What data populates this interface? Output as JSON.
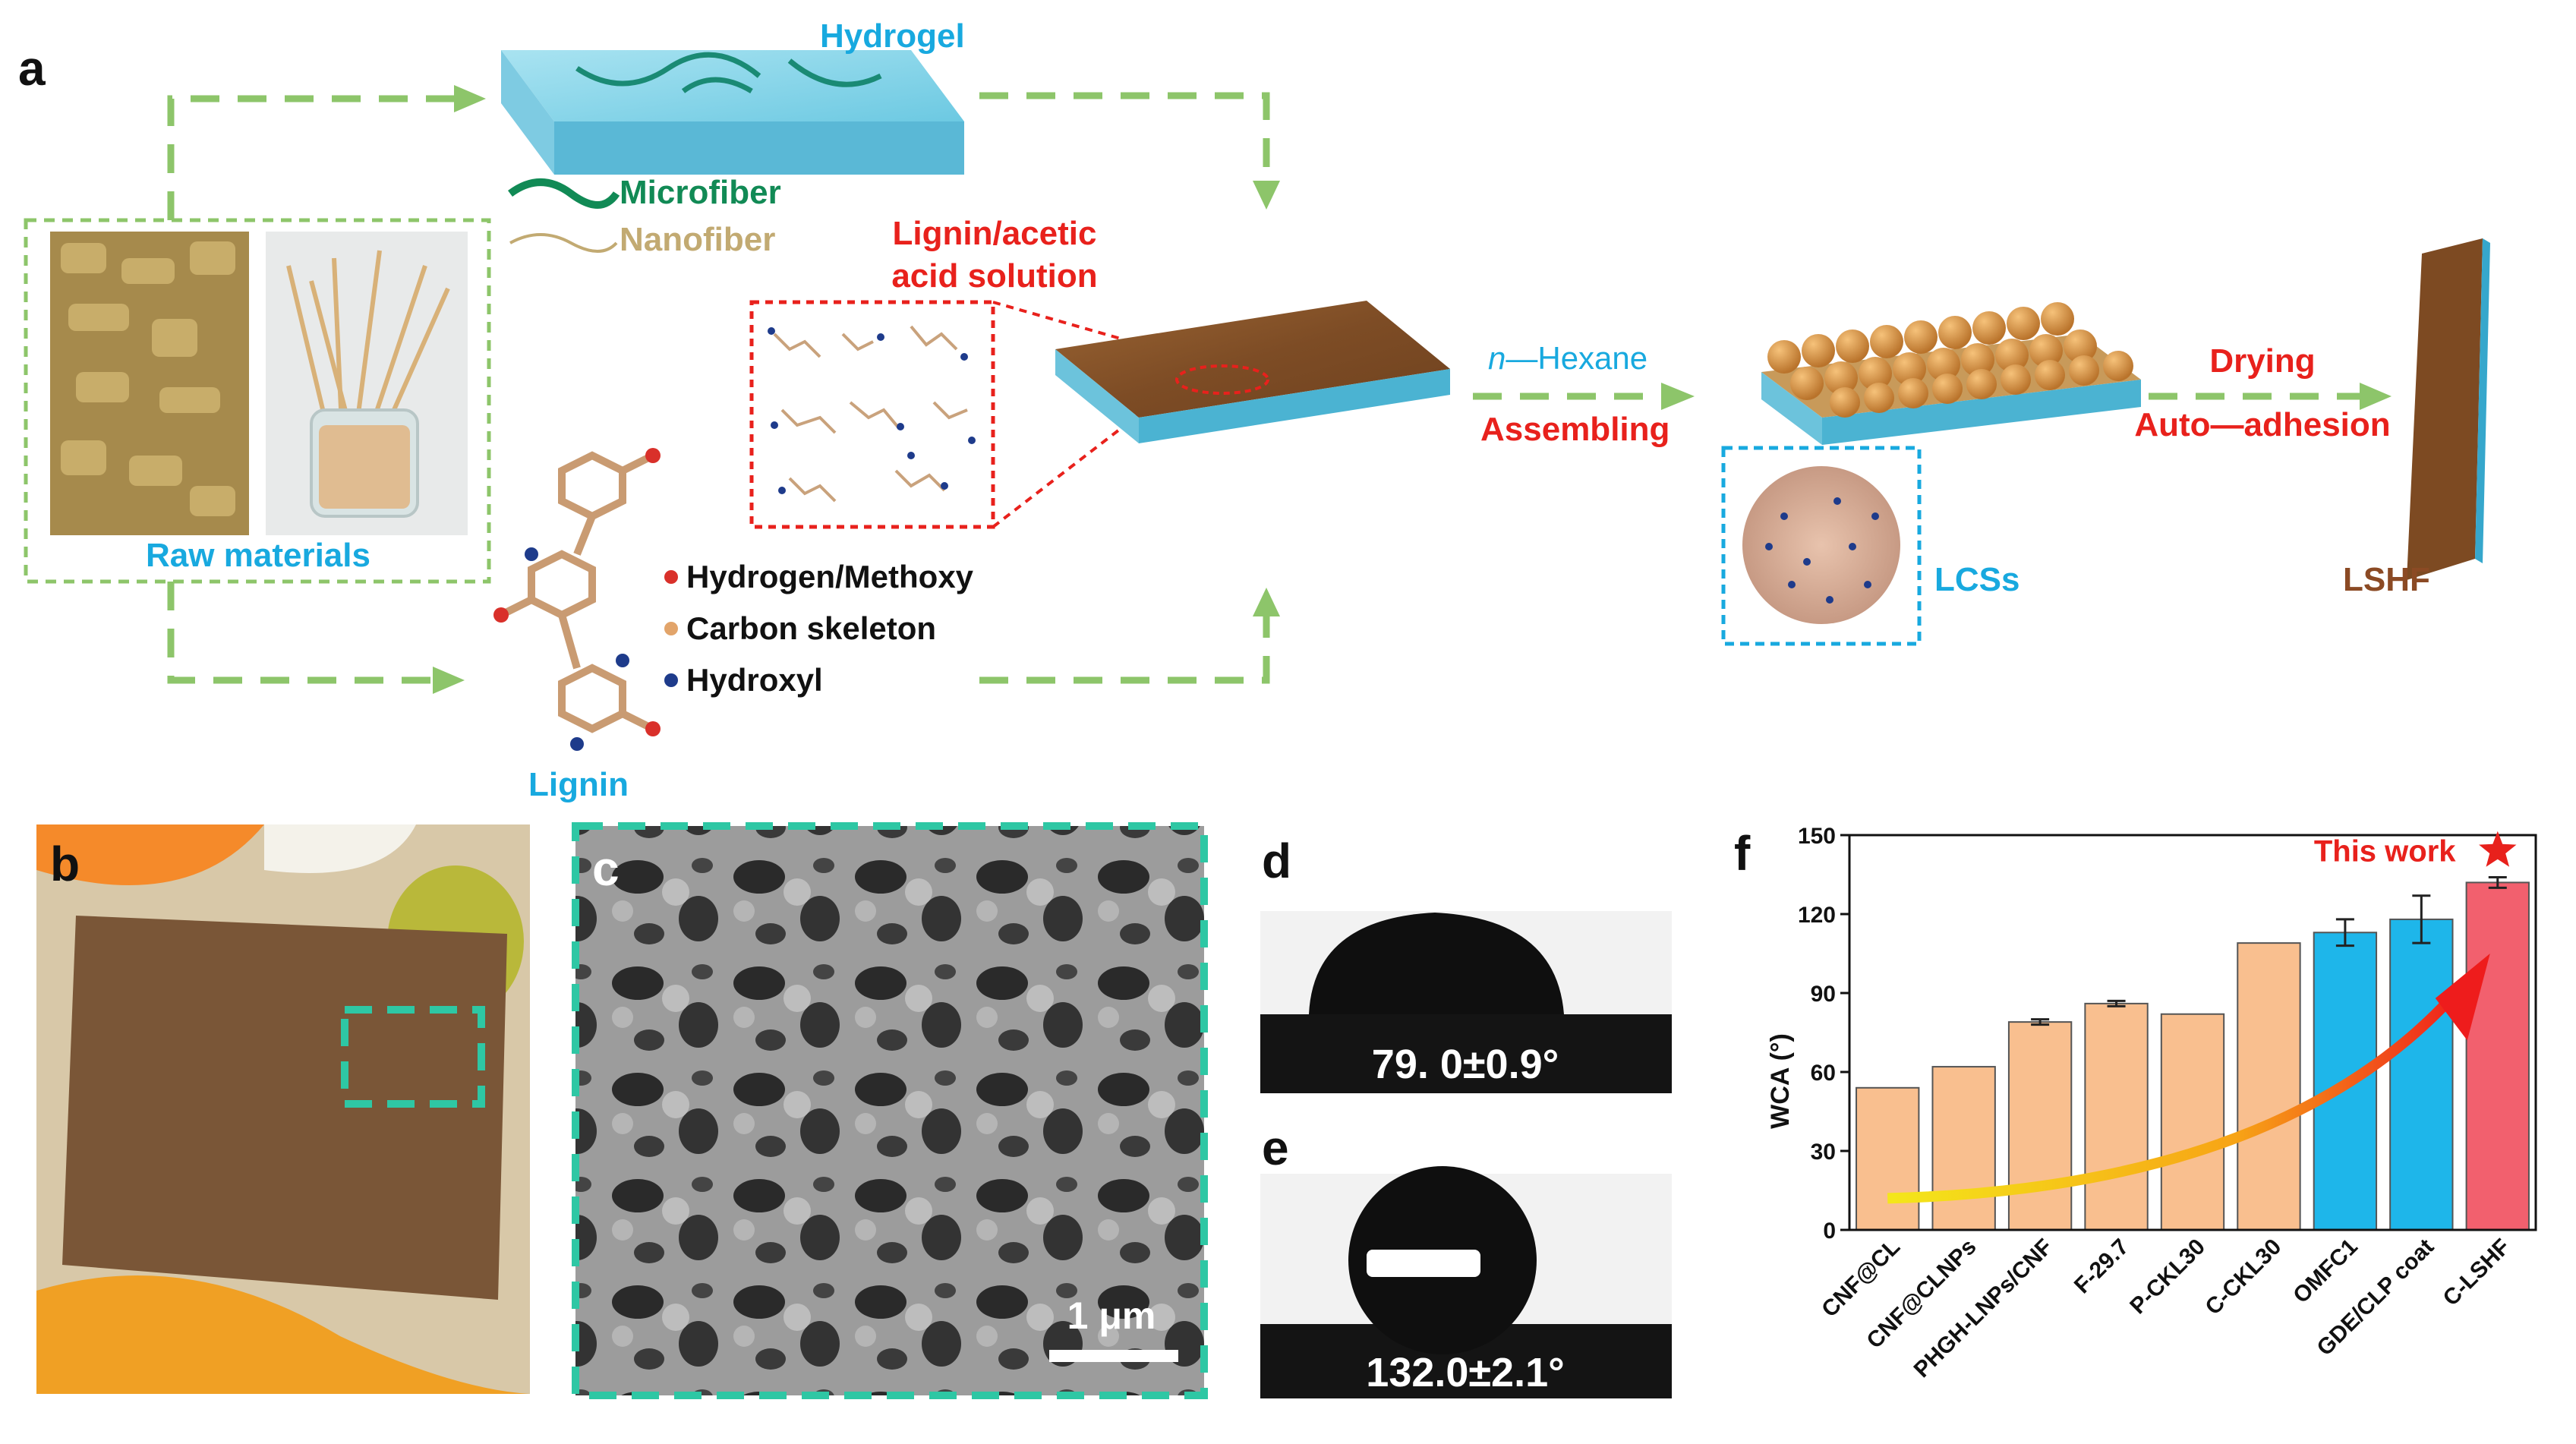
{
  "panel_a": {
    "label": "a",
    "hydrogel": "Hydrogel",
    "microfiber": "Microfiber",
    "nanofiber": "Nanofiber",
    "raw_materials": "Raw materials",
    "lignin": "Lignin",
    "lignin_solution_line1": "Lignin/acetic",
    "lignin_solution_line2": "acid solution",
    "legend": {
      "hydrogen_methoxy": "Hydrogen/Methoxy",
      "carbon_skeleton": "Carbon skeleton",
      "hydroxyl": "Hydroxyl"
    },
    "hexane_prefix": "n",
    "hexane_suffix": "—Hexane",
    "assembling": "Assembling",
    "drying": "Drying",
    "auto_adhesion": "Auto—adhesion",
    "lcss": "LCSs",
    "lshf": "LSHF"
  },
  "panel_b": {
    "label": "b"
  },
  "panel_c": {
    "label": "c",
    "scale_bar": "1 μm"
  },
  "panel_d": {
    "label": "d",
    "angle": "79. 0±0.9°"
  },
  "panel_e": {
    "label": "e",
    "angle": "132.0±2.1°"
  },
  "panel_f": {
    "label": "f",
    "this_work": "This work",
    "colors": {
      "orange": "#f9bf8f",
      "blue": "#1eb6ea",
      "red": "#f2606e"
    }
  },
  "chart_data": {
    "type": "bar",
    "ylabel": "WCA (°)",
    "ylim": [
      0,
      150
    ],
    "yticks": [
      0,
      30,
      60,
      90,
      120,
      150
    ],
    "categories": [
      "CNF@CL",
      "CNF@CLNPs",
      "PHGH-LNPs/CNF",
      "F-29.7",
      "P-CKL30",
      "C-CKL30",
      "OMFC1",
      "GDE/CLP coat",
      "C-LSHF"
    ],
    "values": [
      54,
      62,
      79,
      86,
      82,
      109,
      113,
      118,
      132
    ],
    "errors": [
      0,
      0,
      1,
      1,
      0,
      0,
      5,
      9,
      2
    ],
    "bar_colors": [
      "orange",
      "orange",
      "orange",
      "orange",
      "orange",
      "orange",
      "blue",
      "blue",
      "red"
    ],
    "annotation": "This work"
  }
}
